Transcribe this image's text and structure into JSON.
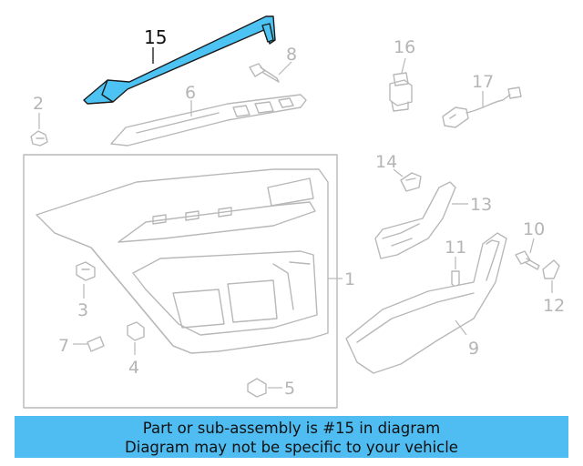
{
  "diagram": {
    "callouts": {
      "c1": "1",
      "c2": "2",
      "c3": "3",
      "c4": "4",
      "c5": "5",
      "c6": "6",
      "c7": "7",
      "c8": "8",
      "c9": "9",
      "c10": "10",
      "c11": "11",
      "c12": "12",
      "c13": "13",
      "c14": "14",
      "c15": "15",
      "c16": "16",
      "c17": "17"
    },
    "highlighted_part": "15",
    "colors": {
      "highlight": "#4dc3f3",
      "banner": "#4fbdf2",
      "linework": "#b8b8b8"
    }
  },
  "banner": {
    "line1": "Part or sub-assembly is #15 in diagram",
    "line2": "Diagram may not be specific to your vehicle"
  }
}
